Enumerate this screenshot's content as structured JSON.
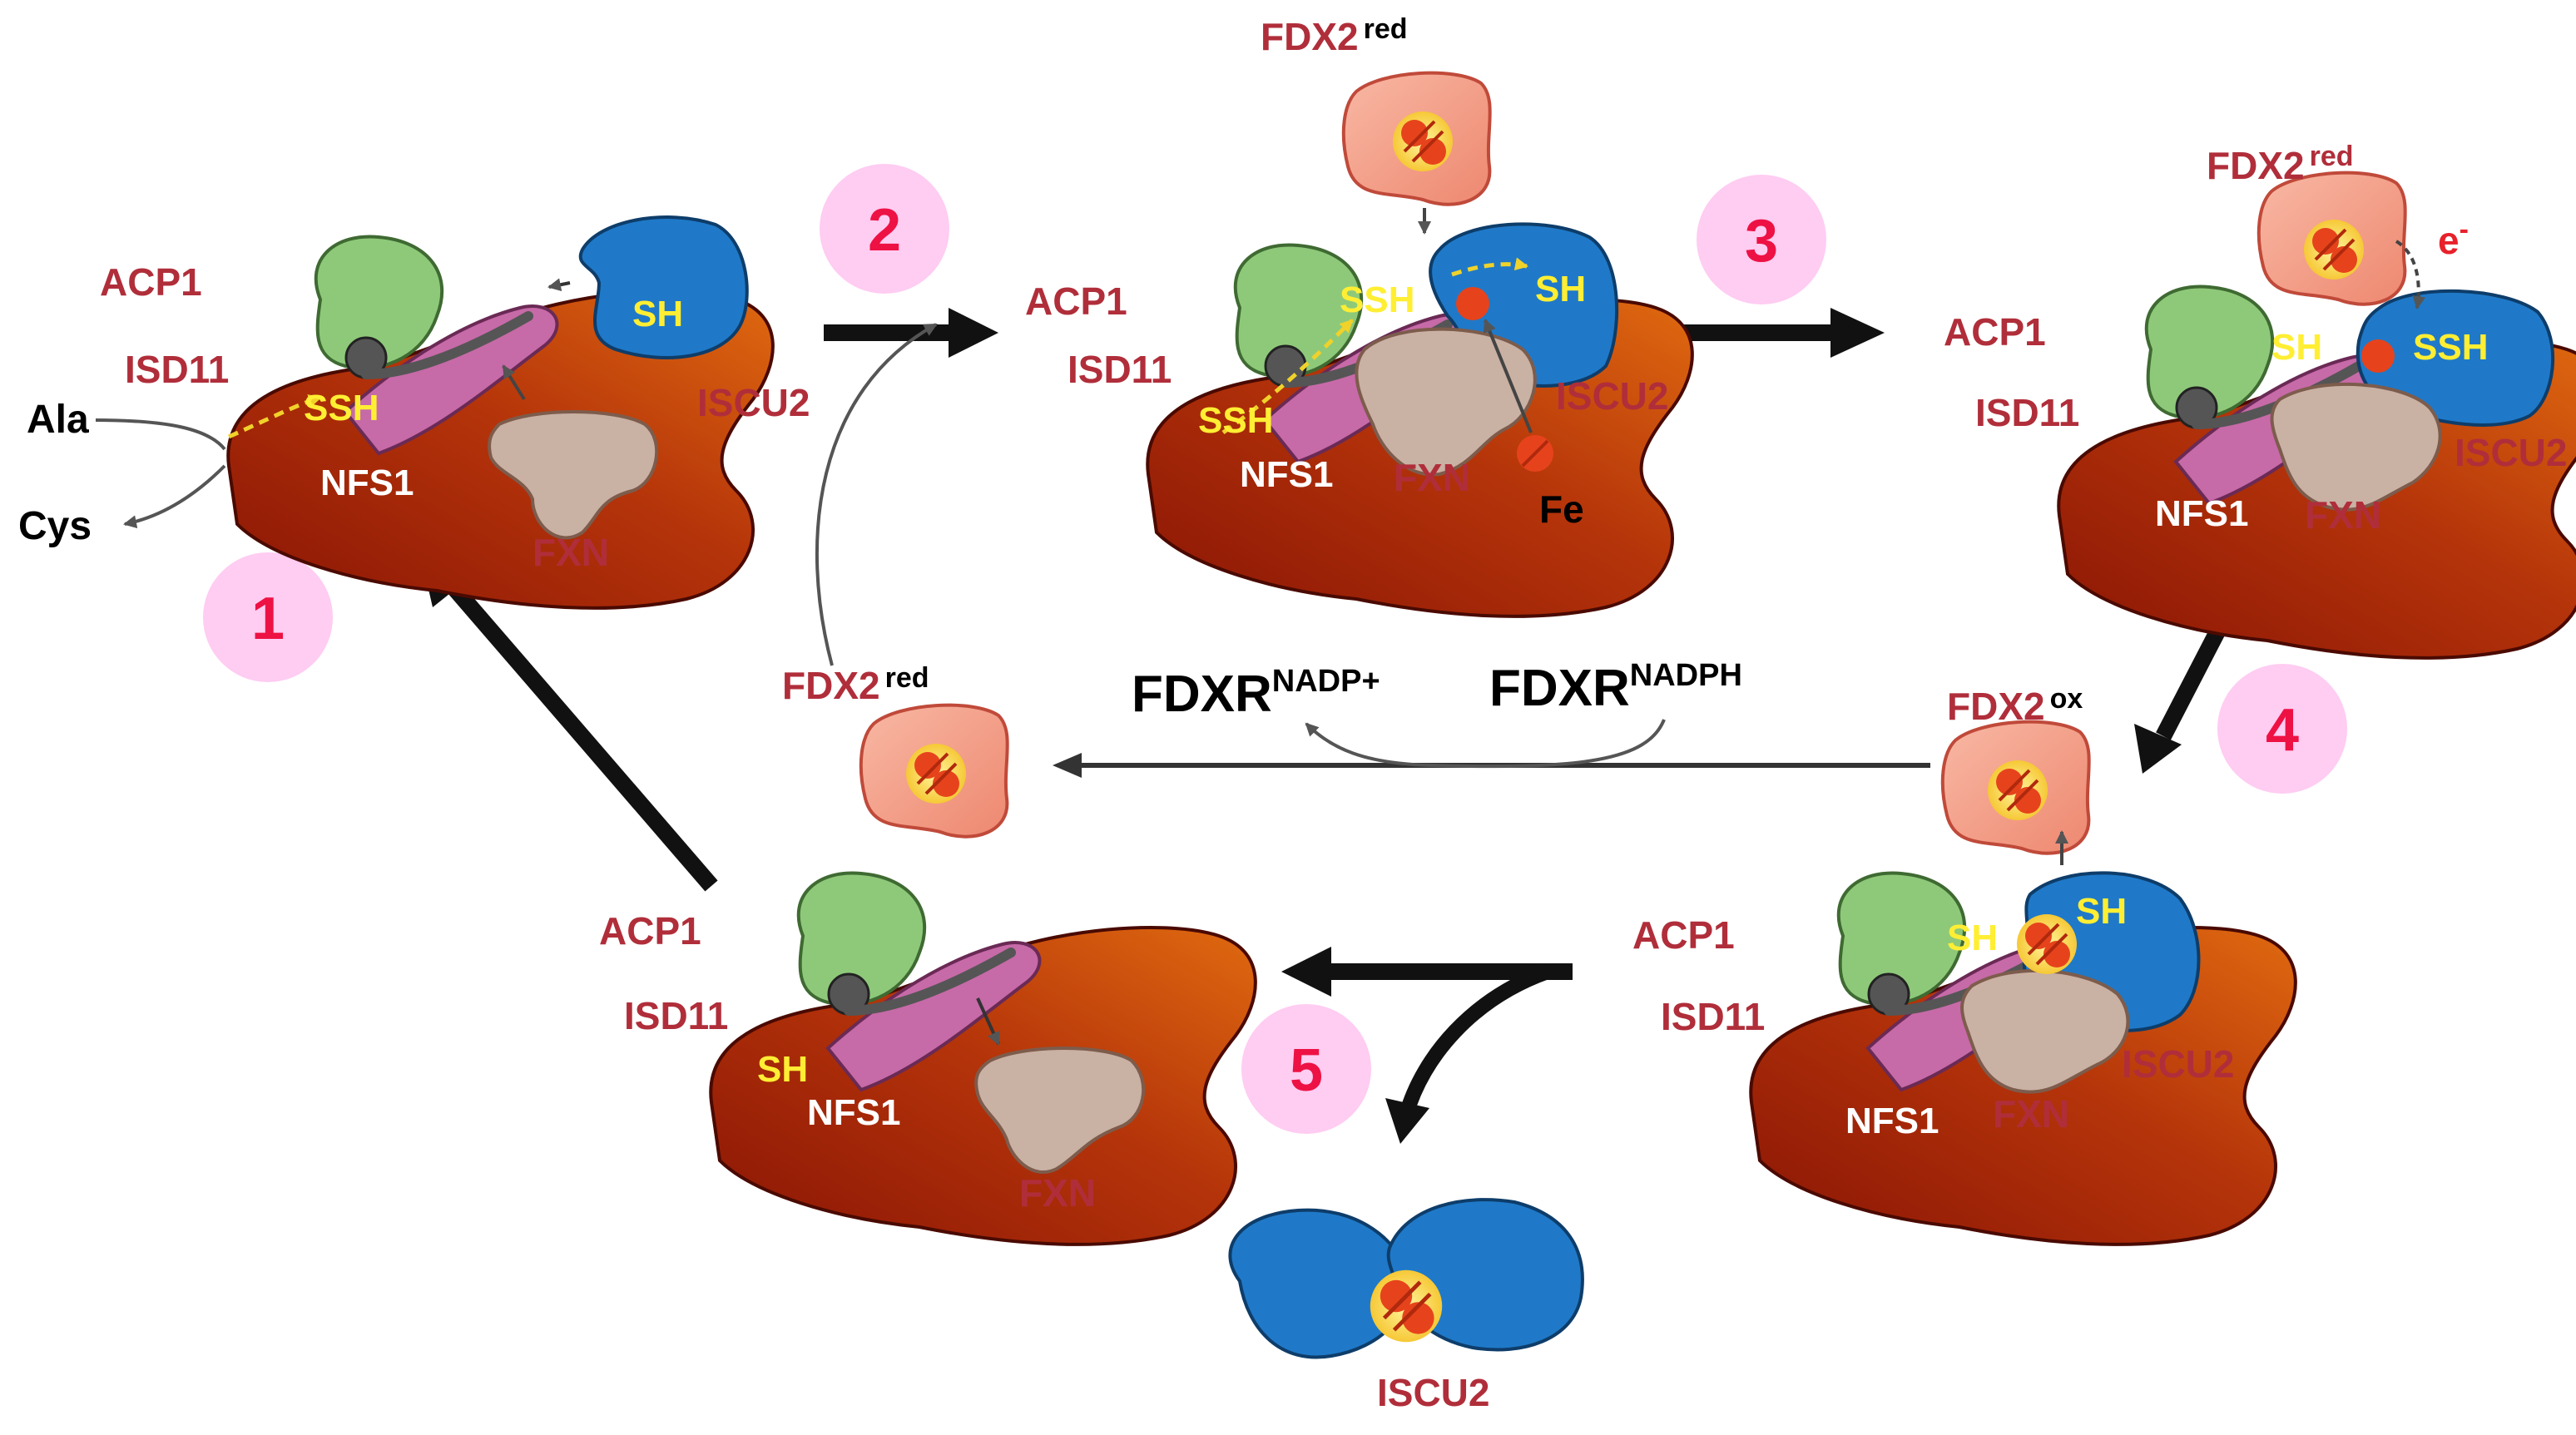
{
  "colors": {
    "label": "#b02e3a",
    "step_circle": "#ffccf2",
    "step_number": "#ee1144",
    "nfs1_dark": "#8a1505",
    "nfs1_light": "#e06a10",
    "acp1": "#8ec97a",
    "isd11": "#c76aa8",
    "iscu2": "#1f79c8",
    "fxn": "#c9b1a4",
    "fdx2": "#f0907a",
    "sulfur_text": "#ffee33"
  },
  "icons": [
    "fe-s-cluster-icon",
    "iron-atom-icon",
    "electron-arrow-icon"
  ],
  "steps": [
    "1",
    "2",
    "3",
    "4",
    "5"
  ],
  "complex1": {
    "acp1": "ACP1",
    "isd11": "ISD11",
    "nfs1": "NFS1",
    "ssh": "SSH",
    "iscu2": "ISCU2",
    "sh": "SH",
    "fxn": "FXN",
    "ala": "Ala",
    "cys": "Cys"
  },
  "complex2": {
    "fdx2": "FDX2",
    "fdx2_sup": "red",
    "acp1": "ACP1",
    "isd11": "ISD11",
    "nfs1": "NFS1",
    "ssh_top": "SSH",
    "ssh_bottom": "SSH",
    "sh": "SH",
    "iscu2": "ISCU2",
    "fxn": "FXN",
    "fe": "Fe"
  },
  "complex3": {
    "fdx2": "FDX2",
    "fdx2_sup": "red",
    "electron": "e",
    "electron_sup": "-",
    "acp1": "ACP1",
    "isd11": "ISD11",
    "nfs1": "NFS1",
    "sh": "SH",
    "ssh": "SSH",
    "iscu2": "ISCU2",
    "fxn": "FXN"
  },
  "complex4": {
    "fdx2": "FDX2",
    "fdx2_sup": "ox",
    "acp1": "ACP1",
    "isd11": "ISD11",
    "nfs1": "NFS1",
    "sh_left": "SH",
    "sh_right": "SH",
    "iscu2": "ISCU2",
    "fxn": "FXN"
  },
  "complex5": {
    "acp1": "ACP1",
    "isd11": "ISD11",
    "nfs1": "NFS1",
    "sh": "SH",
    "fxn": "FXN"
  },
  "recycling": {
    "fdx2": "FDX2",
    "fdx2_sup": "red",
    "fdxr_ox": "FDXR",
    "fdxr_ox_sup": "NADP+",
    "fdxr_red": "FDXR",
    "fdxr_red_sup": "NADPH"
  },
  "released": {
    "iscu2": "ISCU2"
  }
}
